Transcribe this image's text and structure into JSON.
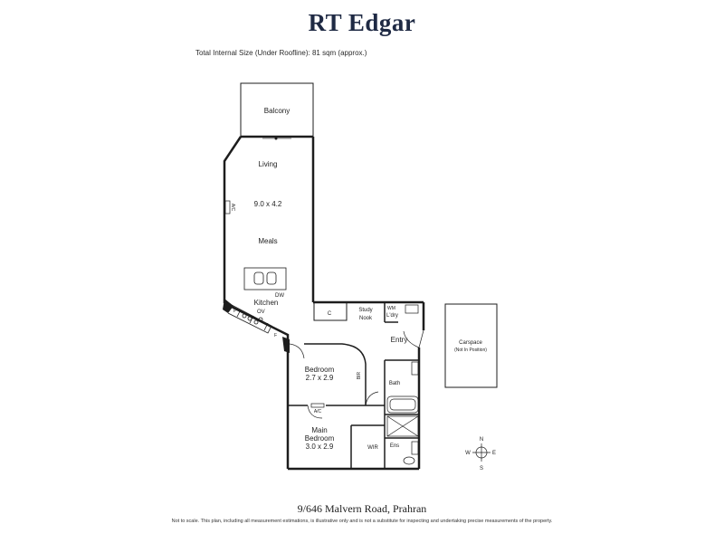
{
  "header": {
    "brand": "RT Edgar",
    "size_note": "Total Internal Size (Under Roofline): 81 sqm (approx.)"
  },
  "rooms": {
    "balcony": "Balcony",
    "living": "Living",
    "living_dims": "9.0 x 4.2",
    "meals": "Meals",
    "kitchen": "Kitchen",
    "study_line1": "Study",
    "study_line2": "Nook",
    "laundry_line1": "WM",
    "laundry_line2": "L'dry",
    "entry": "Entry",
    "bedroom": "Bedroom",
    "bedroom_dims": "2.7 x 2.9",
    "bir": "BIR",
    "bath": "Bath",
    "main_bedroom_line1": "Main",
    "main_bedroom_line2": "Bedroom",
    "main_bedroom_dims": "3.0 x 2.9",
    "wir": "WIR",
    "ens": "Ens",
    "carspace": "Carspace",
    "carspace_note": "(Not In Position)"
  },
  "fixtures": {
    "ac_living": "A/C",
    "ac_bedroom": "A/C",
    "dw": "DW",
    "ov": "OV",
    "p": "P",
    "f": "F",
    "c": "C"
  },
  "compass": {
    "n": "N",
    "s": "S",
    "e": "E",
    "w": "W"
  },
  "footer": {
    "address": "9/646 Malvern Road, Prahran",
    "disclaimer": "Not to scale. This plan, including all measurement estimations, is illustrative only and is not a substitute for inspecting and undertaking precise measurements of the property."
  },
  "colors": {
    "brand": "#1f2a44",
    "wall": "#1d1d1d"
  }
}
